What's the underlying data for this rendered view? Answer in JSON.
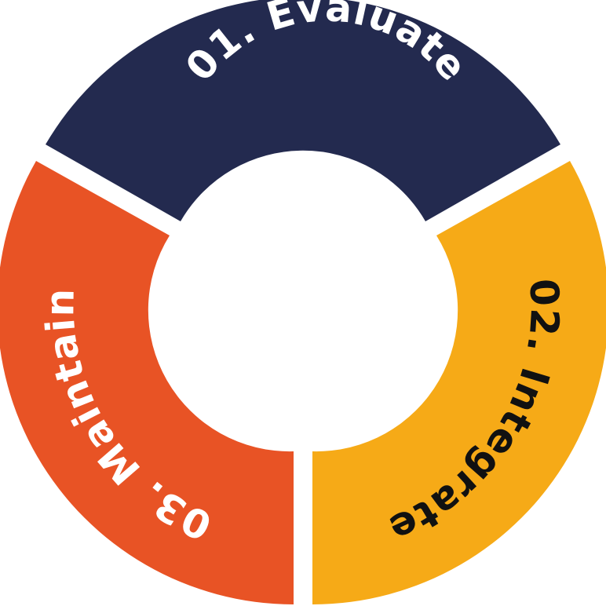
{
  "diagram": {
    "segments": [
      {
        "id": "evaluate",
        "label": "01. Evaluate",
        "color": "#232a4f",
        "text_color": "#ffffff"
      },
      {
        "id": "integrate",
        "label": "02. Integrate",
        "color": "#f6aa17",
        "text_color": "#111111"
      },
      {
        "id": "maintain",
        "label": "03. Maintain",
        "color": "#e85325",
        "text_color": "#ffffff"
      }
    ],
    "center_color": "#ffffff"
  }
}
